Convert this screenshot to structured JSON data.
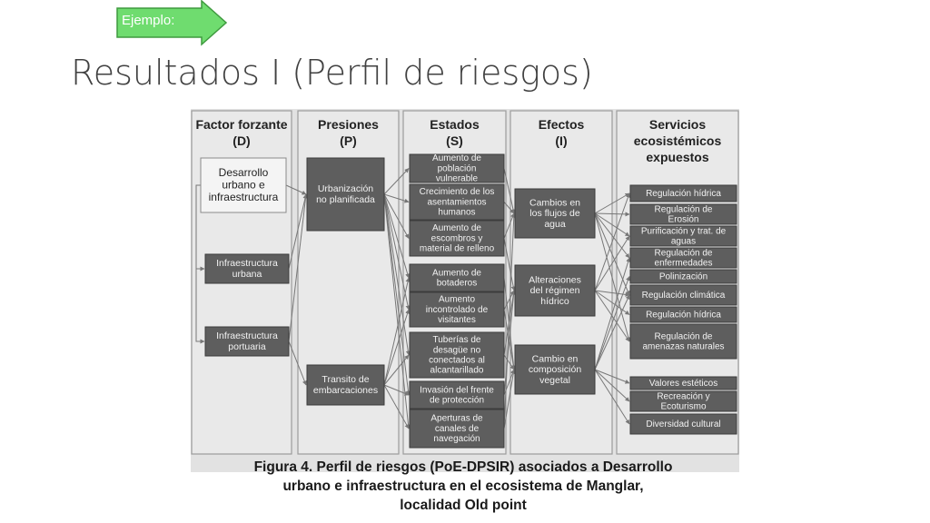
{
  "badge": {
    "label": "Ejemplo:",
    "color": "#6fdc6f"
  },
  "slide": {
    "title": "Resultados I (Perfil de riesgos)"
  },
  "diagram": {
    "columns": [
      {
        "id": "D",
        "lines": [
          "Factor forzante",
          "(D)"
        ]
      },
      {
        "id": "P",
        "lines": [
          "Presiones",
          "(P)"
        ]
      },
      {
        "id": "S",
        "lines": [
          "Estados",
          "(S)"
        ]
      },
      {
        "id": "I",
        "lines": [
          "Efectos",
          "(I)"
        ]
      },
      {
        "id": "E",
        "lines": [
          "Servicios",
          "ecosistémicos",
          "expuestos"
        ]
      }
    ],
    "drivers": [
      {
        "id": "d1",
        "lines": [
          "Desarrollo",
          "urbano e",
          "infraestructura"
        ]
      },
      {
        "id": "d2",
        "lines": [
          "Infraestructura",
          "urbana"
        ]
      },
      {
        "id": "d3",
        "lines": [
          "Infraestructura",
          "portuaria"
        ]
      }
    ],
    "pressures": [
      {
        "id": "p1",
        "lines": [
          "Urbanización",
          "no planificada"
        ]
      },
      {
        "id": "p2",
        "lines": [
          "Transito de",
          "embarcaciones"
        ]
      }
    ],
    "states": [
      {
        "id": "s1",
        "lines": [
          "Aumento de",
          "población",
          "vulnerable"
        ]
      },
      {
        "id": "s2",
        "lines": [
          "Crecimiento de los",
          "asentamientos",
          "humanos"
        ]
      },
      {
        "id": "s3",
        "lines": [
          "Aumento de",
          "escombros y",
          "material de relleno"
        ]
      },
      {
        "id": "s4",
        "lines": [
          "Aumento de",
          "botaderos"
        ]
      },
      {
        "id": "s5",
        "lines": [
          "Aumento",
          "incontrolado de",
          "visitantes"
        ]
      },
      {
        "id": "s6",
        "lines": [
          "Tuberías de",
          "desagüe no",
          "conectados al",
          "alcantarillado"
        ]
      },
      {
        "id": "s7",
        "lines": [
          "Invasión del frente",
          "de protección"
        ]
      },
      {
        "id": "s8",
        "lines": [
          "Aperturas de",
          "canales de",
          "navegación"
        ]
      }
    ],
    "effects": [
      {
        "id": "i1",
        "lines": [
          "Cambios en",
          "los flujos de",
          "agua"
        ]
      },
      {
        "id": "i2",
        "lines": [
          "Alteraciones",
          "del régimen",
          "hídrico"
        ]
      },
      {
        "id": "i3",
        "lines": [
          "Cambio en",
          "composición",
          "vegetal"
        ]
      }
    ],
    "services": [
      {
        "id": "e1",
        "lines": [
          "Regulación hídrica"
        ]
      },
      {
        "id": "e2",
        "lines": [
          "Regulación de",
          "Erosión"
        ]
      },
      {
        "id": "e3",
        "lines": [
          "Purificación y trat. de",
          "aguas"
        ]
      },
      {
        "id": "e4",
        "lines": [
          "Regulación de",
          "enfermedades"
        ]
      },
      {
        "id": "e5",
        "lines": [
          "Polinización"
        ]
      },
      {
        "id": "e6",
        "lines": [
          "Regulación climática"
        ]
      },
      {
        "id": "e7",
        "lines": [
          "Regulación hídrica"
        ]
      },
      {
        "id": "e8",
        "lines": [
          "Regulación de",
          "amenazas naturales"
        ]
      },
      {
        "id": "e9",
        "lines": [
          "Valores estéticos"
        ]
      },
      {
        "id": "e10",
        "lines": [
          "Recreación y",
          "Ecoturismo"
        ]
      },
      {
        "id": "e11",
        "lines": [
          "Diversidad cultural"
        ]
      }
    ],
    "links": [
      [
        "d1",
        "d2"
      ],
      [
        "d1",
        "d3"
      ],
      [
        "d1",
        "p1"
      ],
      [
        "d2",
        "p1"
      ],
      [
        "d3",
        "p1"
      ],
      [
        "d3",
        "p2"
      ],
      [
        "p1",
        "s1"
      ],
      [
        "p1",
        "s2"
      ],
      [
        "p1",
        "s3"
      ],
      [
        "p1",
        "s4"
      ],
      [
        "p1",
        "s5"
      ],
      [
        "p1",
        "s6"
      ],
      [
        "p1",
        "s7"
      ],
      [
        "p1",
        "s8"
      ],
      [
        "p2",
        "s4"
      ],
      [
        "p2",
        "s5"
      ],
      [
        "p2",
        "s6"
      ],
      [
        "p2",
        "s7"
      ],
      [
        "p2",
        "s8"
      ],
      [
        "s1",
        "i1"
      ],
      [
        "s2",
        "i1"
      ],
      [
        "s3",
        "i1"
      ],
      [
        "s3",
        "i2"
      ],
      [
        "s4",
        "i3"
      ],
      [
        "s5",
        "i2"
      ],
      [
        "s5",
        "i3"
      ],
      [
        "s6",
        "i2"
      ],
      [
        "s6",
        "i3"
      ],
      [
        "s7",
        "i2"
      ],
      [
        "s7",
        "i3"
      ],
      [
        "s8",
        "i1"
      ],
      [
        "s8",
        "i3"
      ],
      [
        "i1",
        "e1"
      ],
      [
        "i1",
        "e2"
      ],
      [
        "i1",
        "e3"
      ],
      [
        "i1",
        "e4"
      ],
      [
        "i1",
        "e6"
      ],
      [
        "i1",
        "e8"
      ],
      [
        "i2",
        "e1"
      ],
      [
        "i2",
        "e3"
      ],
      [
        "i2",
        "e6"
      ],
      [
        "i2",
        "e7"
      ],
      [
        "i2",
        "e8"
      ],
      [
        "i3",
        "e4"
      ],
      [
        "i3",
        "e5"
      ],
      [
        "i3",
        "e6"
      ],
      [
        "i3",
        "e9"
      ],
      [
        "i3",
        "e10"
      ],
      [
        "i3",
        "e11"
      ]
    ]
  },
  "caption": {
    "line1": "Figura 4. Perfil de riesgos (PoE-DPSIR) asociados a Desarrollo",
    "line2": "urbano e infraestructura  en el ecosistema de Manglar,",
    "line3": "localidad Old point"
  }
}
